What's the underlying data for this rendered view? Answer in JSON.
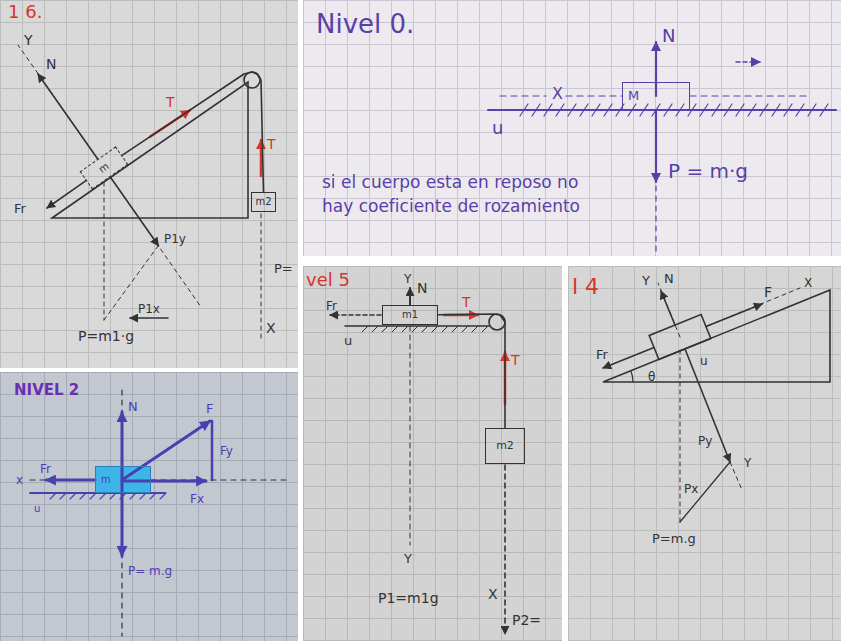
{
  "diagram": {
    "nodes": [
      {
        "text": [
          "1 6."
        ]
      },
      {
        "text": [
          "m"
        ],
        "in": 0
      },
      {
        "text": [
          "m2"
        ],
        "in": 0
      },
      {
        "text": [
          "Nivel 0."
        ]
      },
      {
        "text": [
          "M"
        ],
        "in": 3
      },
      {
        "text": [
          "NIVEL 2"
        ]
      },
      {
        "text": [
          "m"
        ],
        "in": 5
      },
      {
        "text": [
          "vel 5"
        ]
      },
      {
        "text": [
          "m1"
        ],
        "in": 7
      },
      {
        "text": [
          "m2"
        ],
        "in": 7
      },
      {
        "text": [
          "l 4"
        ]
      }
    ],
    "edges": [
      {
        "from": 1,
        "to": 2,
        "arrow": "none"
      },
      {
        "from": 8,
        "to": 9,
        "arrow": "none"
      }
    ],
    "labels": [
      "Y",
      "N",
      "Fr",
      "T",
      "T",
      "P1y",
      "P1x",
      "P=m1·g",
      "X",
      "P=",
      "X",
      "u",
      "N",
      "P = m·g",
      "si el cuerpo esta en reposo no hay coeficiente de rozamiento",
      "x",
      "Fr",
      "N",
      "F",
      "Fy",
      "Fx",
      "u",
      "P= m.g",
      "Y",
      "N",
      "Fr",
      "T",
      "u",
      "T",
      "Y",
      "P1=m1g",
      "X",
      "P2=",
      "Y",
      "N",
      "F",
      "X",
      "Fr",
      "θ",
      "u",
      "Py",
      "Px",
      "P=m.g",
      "Y"
    ]
  }
}
